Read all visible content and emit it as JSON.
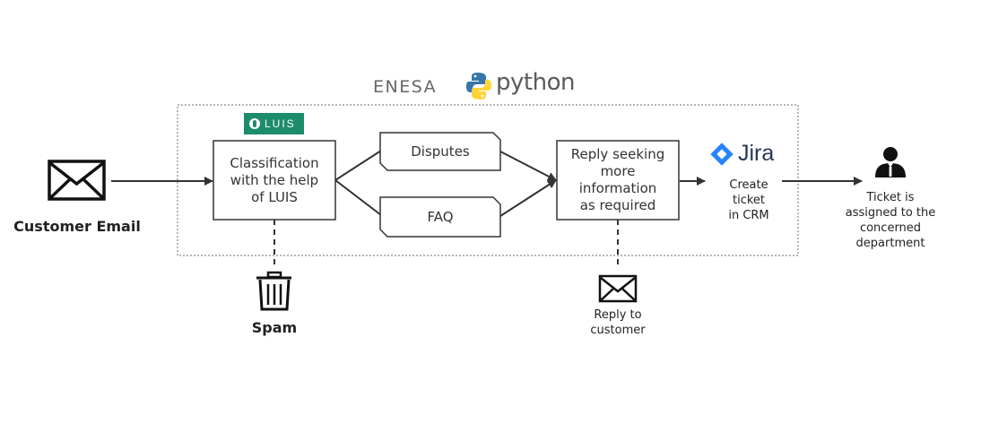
{
  "header": {
    "enesa": "ENESA",
    "python": "python"
  },
  "luis": {
    "label": "LUIS"
  },
  "nodes": {
    "customer_email": "Customer Email",
    "classification": "Classification\nwith the help\nof LUIS",
    "disputes": "Disputes",
    "faq": "FAQ",
    "reply_seeking": "Reply seeking\nmore\ninformation\nas required",
    "jira": "Jira",
    "create_ticket": "Create\nticket\nin CRM",
    "ticket_assigned": "Ticket is\nassigned to the\nconcerned\ndepartment",
    "spam": "Spam",
    "reply_to_customer": "Reply to\ncustomer"
  },
  "colors": {
    "python_blue": "#3776ab",
    "python_yellow": "#ffd43b",
    "jira_blue": "#2684ff",
    "luis_green": "#1d8c6b",
    "line": "#333333"
  },
  "icons": {
    "email": "envelope-icon",
    "trash": "trash-icon",
    "person": "person-icon",
    "python": "python-logo",
    "jira": "jira-logo"
  }
}
